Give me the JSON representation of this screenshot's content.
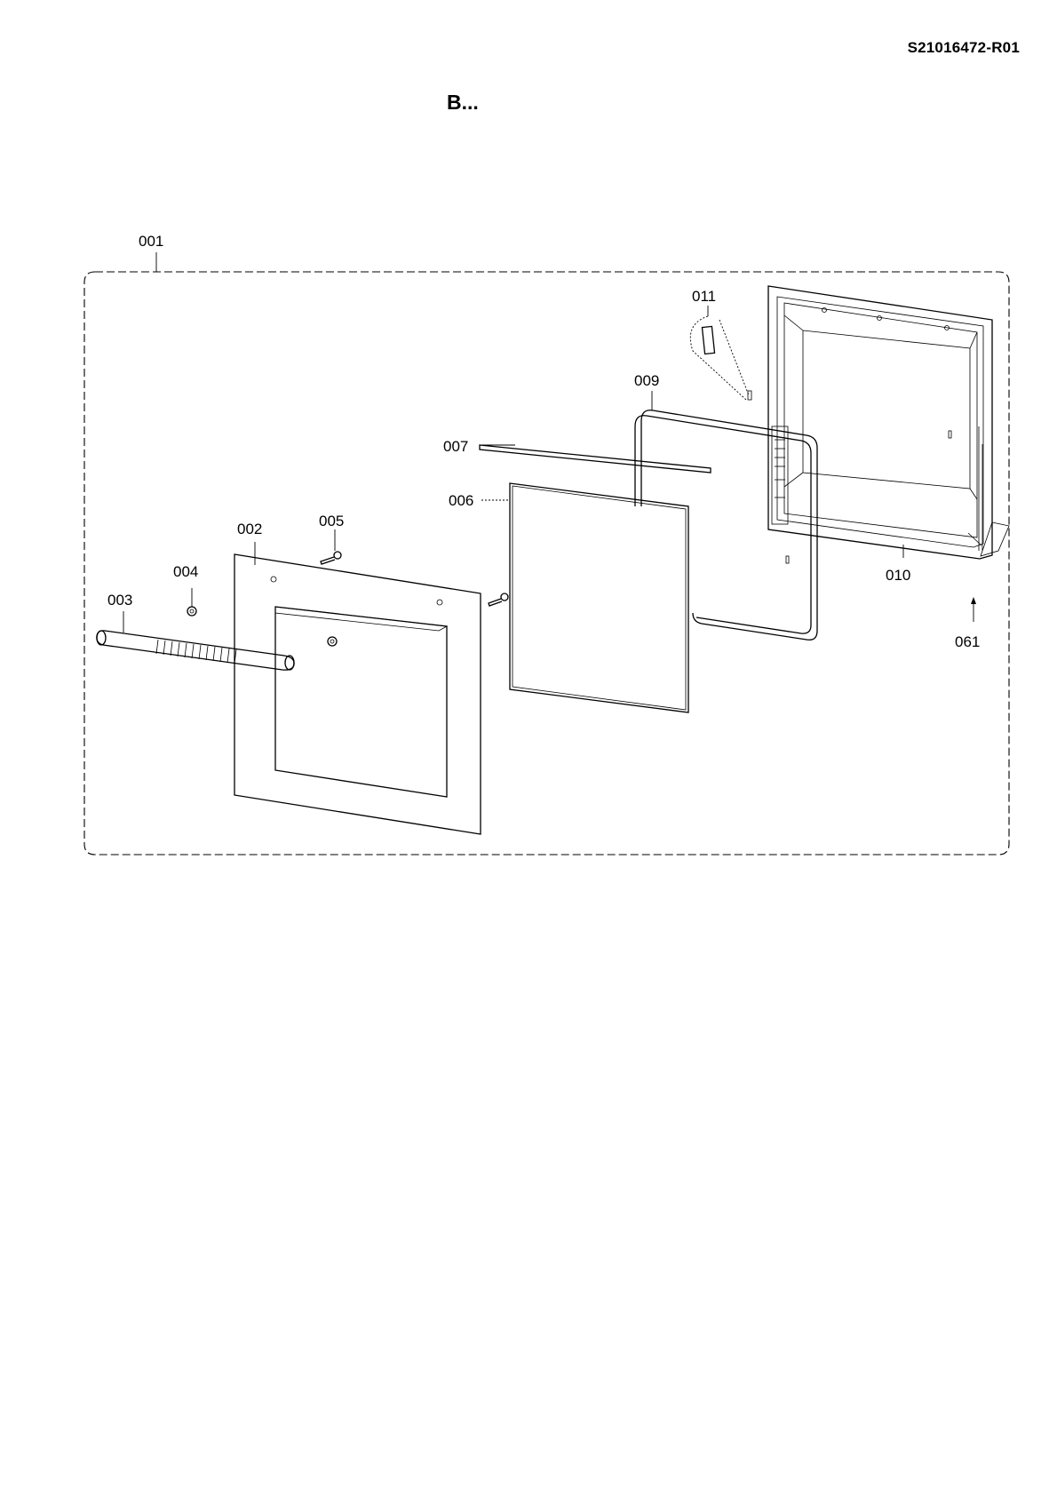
{
  "header": {
    "document_id": "S21016472-R01",
    "section_title": "B..."
  },
  "parts": [
    {
      "id": "001"
    },
    {
      "id": "002"
    },
    {
      "id": "003"
    },
    {
      "id": "004"
    },
    {
      "id": "005"
    },
    {
      "id": "006"
    },
    {
      "id": "007"
    },
    {
      "id": "009"
    },
    {
      "id": "010"
    },
    {
      "id": "011"
    },
    {
      "id": "061"
    }
  ]
}
